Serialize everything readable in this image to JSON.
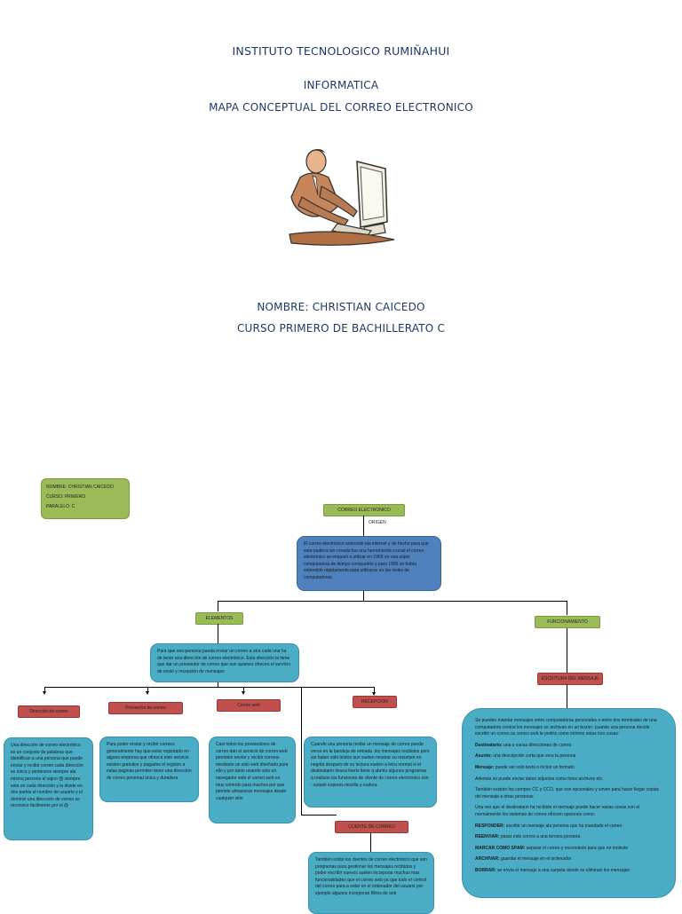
{
  "cover": {
    "institute": "INSTITUTO TECNOLOGICO RUMIÑAHUI",
    "subject": "INFORMATICA",
    "map_title": "MAPA CONCEPTUAL DEL CORREO ELECTRONICO",
    "name": "NOMBRE: CHRISTIAN CAICEDO",
    "course": "CURSO PRIMERO DE BACHILLERATO C"
  },
  "info_box": {
    "name": "NOMBRE: CHRISTIAN CAICEDO",
    "course": "CURSO: PRIMERO",
    "section": "PARALELO: C"
  },
  "map": {
    "root": "CORREO ELECTRONICO",
    "origin_label": "ORIGEN",
    "origin_text": "El correo electrónico antecede ala internet y de hecho para que esta pudiera ser creada fue una herramienta crucial el correo electrónico se empezó a utilizar en 1965 en una súper computadora de tiempo compartido y para 1966 se había extendido rápidamente para utilizarse en las redes de computadoras.",
    "elements_label": "ELEMENTOS",
    "elements_text": "Para que una persona pueda enviar un correo a otra cada una ha de tener una dirección de correo electrónico. Esta dirección la tiene que dar un proveedor de correo que son quienes ofrecen el servicio de envió y recepción de mensajes",
    "functioning_label": "FUNCIONAMIENTO",
    "writing_label": "ESCRITURA DEL MENSAJE",
    "address_label": "Dirección de correo",
    "address_text": "Una dirección de correo electrónico es un conjunto de palabras que identifican a una persona que puede enviar y recibir correo cada dirección es única y pertenece siempre ala misma persona el signo @ siempre esta en cada dirección y la divide en dos partes el nombre de usuario y el dominio una dirección de correo se reconoce fácilmente por el @",
    "provider_label": "Proveedor de correo",
    "provider_text": "Para poder enviar y recibir correos generalmente hay que estar registrado en alguna empresa que ofrezca este servicio existen gratuitos y pagados el registro a estas paginas permiten tener una dirección de correo personal única y duradera",
    "webmail_label": "Correo web",
    "webmail_text": "Casi todos los proveedores de correo dan el servicio de correo web permiten enviar y recibir correos mediante un sitio web diseñado para ello y por tanto usando solo un navegador web el correo web es muy cómodo para muchos por que permite almacenar mensajes desde cualquier sitio",
    "reception_label": "RECEPCION",
    "reception_text": "Cuando una persona recibe un mensaje de correo puede verse en la bandeja de entrada ,los mensajes recibidos pero sin haber sido leídos aun suelen mostrar su resumen en negrita después de su lectura suelen a letra normal si el destinatario desea leerlo tiene q abrirlo algunos programas q realizan las funciones de cliente de correo electrónico son : outook express.mozilla y eudora",
    "client_label": "CLIENTE DE CORREO",
    "client_text": "También están los clientes de correo electrónico que son programas para gestionar los mensajes recibidos y poder escribir nuevos suelen incorporar muchas mas funcionalidades que el correo web ya que todo el control del correo para a estar en el ordenador del usuario por ejemplo algunos incorporan filtros de anti",
    "writing": {
      "intro": "Se pueden mandar mensajes entre computadoras personales o entre dos terminales de una computadora central los mensajes se archivan en un buzon .cuando una persona decide escribir un correo su correo web le pedirá como mínimo estas tres cosas:",
      "items": [
        {
          "key": "Destinatario:",
          "text": " una o varias direcciones de correo"
        },
        {
          "key": "Asunto:",
          "text": " una descripción corta que vera la persona"
        },
        {
          "key": "Mensaje:",
          "text": " puede ser solo texto o incluir un formato"
        }
      ],
      "attach": "Además se puede enviar datos adjuntos como fotos archivos etc.",
      "cc": "También existen los campos CC y CCO, que son opcionales y sirven para hacer llegar copias del mensaje a otras personas",
      "after": "Una vez que el destinatario ha recibido el mensaje puede hacer varias cosas con el normalmente los sistemas de correo ofrecen opciones como:",
      "actions": [
        {
          "key": "RESPONDER:",
          "text": " escribir un mensaje ala persona que ha mandado el correo"
        },
        {
          "key": "REENVIAR:",
          "text": " pasar este correo a una tercera persona"
        },
        {
          "key": "MARCAR COMO SPAM:",
          "text": " separar el correo y esconderlo para que no moleste"
        },
        {
          "key": "ARCHIVAR:",
          "text": " guardar el mensaje en el ordenador"
        },
        {
          "key": "BORRAR:",
          "text": " se envía el mensaje a una carpeta donde se eliminan los mensajes"
        }
      ]
    }
  }
}
